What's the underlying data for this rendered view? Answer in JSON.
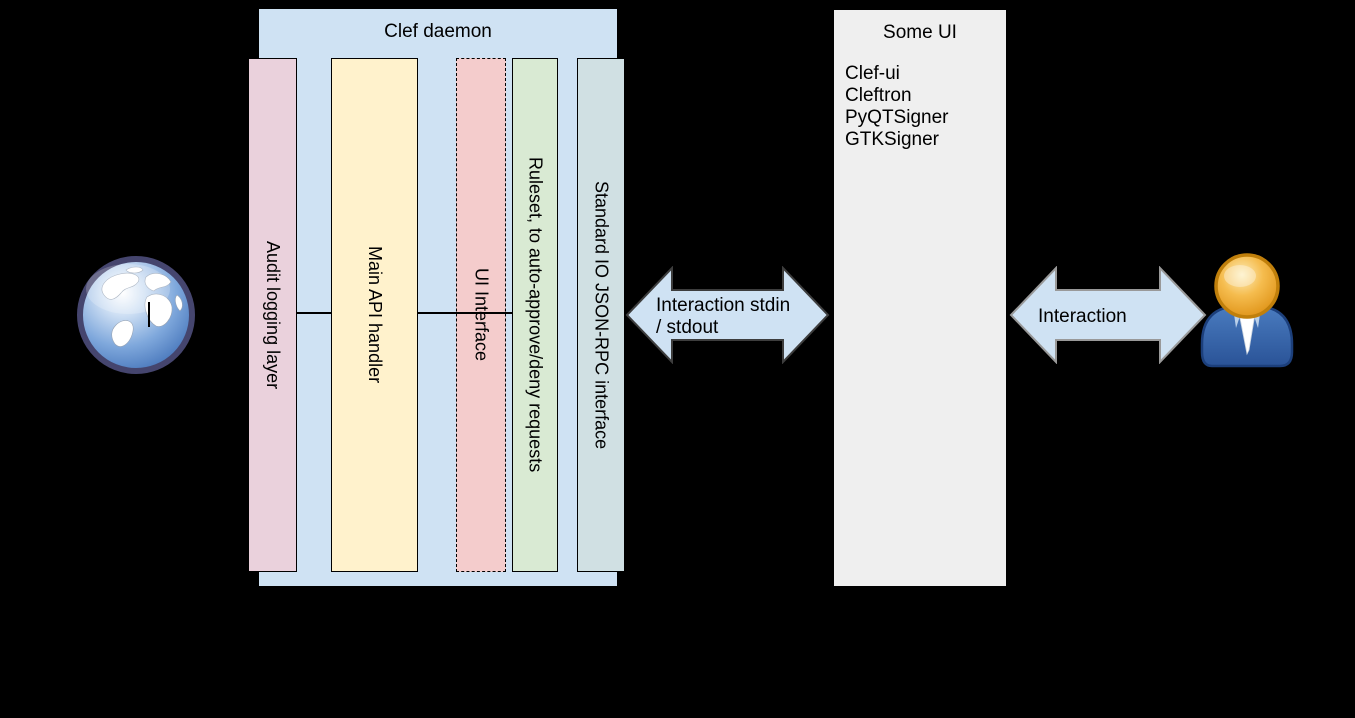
{
  "canvas": {
    "background": "#000000"
  },
  "clef_daemon": {
    "title": "Clef daemon",
    "fill": "#cfe2f3",
    "bars": [
      {
        "label": "Audit logging layer",
        "fill": "#ead1dc",
        "border_style": "solid"
      },
      {
        "label": "Main API handler",
        "fill": "#fff2cc",
        "border_style": "solid"
      },
      {
        "label": "UI Interface",
        "fill": "#f4cccc",
        "border_style": "dashed"
      },
      {
        "label": "Ruleset, to auto-approve/deny requests",
        "fill": "#d9ead3",
        "border_style": "solid"
      },
      {
        "label": "Standard IO JSON-RPC interface",
        "fill": "#d0e0e3",
        "border_style": "solid"
      }
    ]
  },
  "arrows": {
    "stdio": {
      "label_line1": "Interaction stdin",
      "label_line2": "/ stdout",
      "fill": "#cfe2f3",
      "outline": "#3d3d3d"
    },
    "user": {
      "label": "Interaction",
      "fill": "#cfe2f3",
      "outline": "#999999"
    }
  },
  "some_ui": {
    "title": "Some UI",
    "fill": "#efefef",
    "items": [
      "Clef-ui",
      "Cleftron",
      "PyQTSigner",
      "GTKSigner"
    ]
  },
  "icons": {
    "globe_icon": "world-globe",
    "user_icon": "person-figure"
  }
}
